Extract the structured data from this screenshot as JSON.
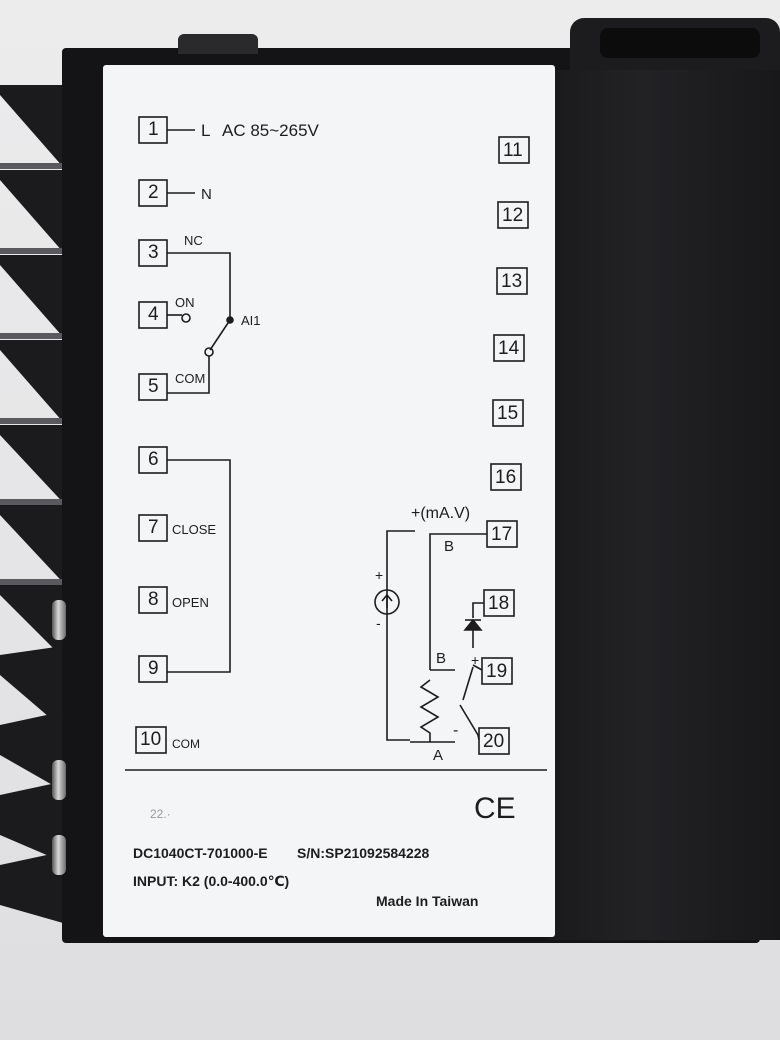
{
  "terminals": {
    "t1": "1",
    "t2": "2",
    "t3": "3",
    "t4": "4",
    "t5": "5",
    "t6": "6",
    "t7": "7",
    "t8": "8",
    "t9": "9",
    "t10": "10",
    "t11": "11",
    "t12": "12",
    "t13": "13",
    "t14": "14",
    "t15": "15",
    "t16": "16",
    "t17": "17",
    "t18": "18",
    "t19": "19",
    "t20": "20"
  },
  "power": {
    "line_label": "L",
    "supply": "AC 85~265V",
    "neutral_label": "N"
  },
  "alarm_relay": {
    "nc_label": "NC",
    "on_label": "ON",
    "com_label": "COM",
    "alarm_label": "AI1"
  },
  "motor_valve": {
    "close_label": "CLOSE",
    "open_label": "OPEN",
    "com_label": "COM"
  },
  "input_circuit": {
    "signal_label": "+(mA.V)",
    "b_label_upper": "B",
    "b_label_lower": "B",
    "a_label": "A",
    "plus_left": "+",
    "minus_left": "-",
    "plus_right": "+",
    "minus_right": "-"
  },
  "marking": {
    "ce_mark": "CE",
    "handwriting": "22.·"
  },
  "product": {
    "model": "DC1040CT-701000-E",
    "serial": "S/N:SP21092584228",
    "input_spec": "INPUT:  K2  (0.0-400.0℃)",
    "origin": "Made In Taiwan"
  }
}
